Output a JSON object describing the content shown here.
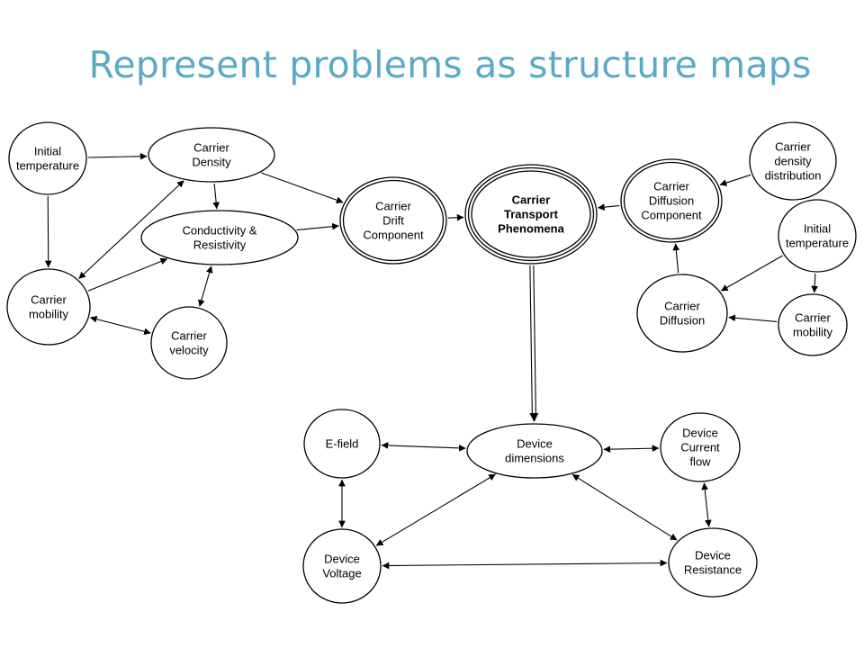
{
  "title": "Represent problems as structure maps",
  "colors": {
    "title": "#5aa9c7",
    "stroke": "#000000",
    "node_fill": "#ffffff"
  },
  "nodes": [
    {
      "id": "initial-temperature-left",
      "lines": [
        "Initial",
        "temperature"
      ],
      "style": "single"
    },
    {
      "id": "carrier-density",
      "lines": [
        "Carrier",
        "Density"
      ],
      "style": "single"
    },
    {
      "id": "conductivity-resistivity",
      "lines": [
        "Conductivity &",
        "Resistivity"
      ],
      "style": "single"
    },
    {
      "id": "carrier-mobility-left",
      "lines": [
        "Carrier",
        "mobility"
      ],
      "style": "single"
    },
    {
      "id": "carrier-velocity",
      "lines": [
        "Carrier",
        "velocity"
      ],
      "style": "single"
    },
    {
      "id": "carrier-drift-component",
      "lines": [
        "Carrier",
        "Drift",
        "Component"
      ],
      "style": "double"
    },
    {
      "id": "carrier-transport-phenomena",
      "lines": [
        "Carrier",
        "Transport",
        "Phenomena"
      ],
      "style": "triple"
    },
    {
      "id": "carrier-diffusion-component",
      "lines": [
        "Carrier",
        "Diffusion",
        "Component"
      ],
      "style": "double"
    },
    {
      "id": "carrier-density-distribution",
      "lines": [
        "Carrier",
        "density",
        "distribution"
      ],
      "style": "single"
    },
    {
      "id": "initial-temperature-right",
      "lines": [
        "Initial",
        "temperature"
      ],
      "style": "single"
    },
    {
      "id": "carrier-diffusion",
      "lines": [
        "Carrier",
        "Diffusion"
      ],
      "style": "single"
    },
    {
      "id": "carrier-mobility-right",
      "lines": [
        "Carrier",
        "mobility"
      ],
      "style": "single"
    },
    {
      "id": "e-field",
      "lines": [
        "E-field"
      ],
      "style": "single"
    },
    {
      "id": "device-dimensions",
      "lines": [
        "Device",
        "dimensions"
      ],
      "style": "single"
    },
    {
      "id": "device-current-flow",
      "lines": [
        "Device",
        "Current",
        "flow"
      ],
      "style": "single"
    },
    {
      "id": "device-voltage",
      "lines": [
        "Device",
        "Voltage"
      ],
      "style": "single"
    },
    {
      "id": "device-resistance",
      "lines": [
        "Device",
        "Resistance"
      ],
      "style": "single"
    }
  ],
  "edges": [
    {
      "from": "initial-temperature-left",
      "to": "carrier-density",
      "kind": "one-way"
    },
    {
      "from": "initial-temperature-left",
      "to": "carrier-mobility-left",
      "kind": "one-way"
    },
    {
      "from": "carrier-density",
      "to": "carrier-mobility-left",
      "kind": "two-way"
    },
    {
      "from": "carrier-density",
      "to": "conductivity-resistivity",
      "kind": "one-way"
    },
    {
      "from": "carrier-density",
      "to": "carrier-drift-component",
      "kind": "one-way"
    },
    {
      "from": "carrier-mobility-left",
      "to": "conductivity-resistivity",
      "kind": "one-way"
    },
    {
      "from": "conductivity-resistivity",
      "to": "carrier-drift-component",
      "kind": "one-way"
    },
    {
      "from": "conductivity-resistivity",
      "to": "carrier-velocity",
      "kind": "two-way"
    },
    {
      "from": "carrier-mobility-left",
      "to": "carrier-velocity",
      "kind": "two-way"
    },
    {
      "from": "carrier-drift-component",
      "to": "carrier-transport-phenomena",
      "kind": "one-way"
    },
    {
      "from": "carrier-diffusion-component",
      "to": "carrier-transport-phenomena",
      "kind": "one-way"
    },
    {
      "from": "carrier-density-distribution",
      "to": "carrier-diffusion-component",
      "kind": "one-way"
    },
    {
      "from": "carrier-diffusion",
      "to": "carrier-diffusion-component",
      "kind": "one-way"
    },
    {
      "from": "initial-temperature-right",
      "to": "carrier-diffusion",
      "kind": "one-way"
    },
    {
      "from": "initial-temperature-right",
      "to": "carrier-mobility-right",
      "kind": "one-way"
    },
    {
      "from": "carrier-mobility-right",
      "to": "carrier-diffusion",
      "kind": "one-way"
    },
    {
      "from": "carrier-transport-phenomena",
      "to": "device-dimensions",
      "kind": "double-line"
    },
    {
      "from": "e-field",
      "to": "device-dimensions",
      "kind": "two-way"
    },
    {
      "from": "device-dimensions",
      "to": "device-current-flow",
      "kind": "two-way"
    },
    {
      "from": "e-field",
      "to": "device-voltage",
      "kind": "two-way"
    },
    {
      "from": "device-dimensions",
      "to": "device-voltage",
      "kind": "two-way"
    },
    {
      "from": "device-dimensions",
      "to": "device-resistance",
      "kind": "two-way"
    },
    {
      "from": "device-current-flow",
      "to": "device-resistance",
      "kind": "two-way"
    },
    {
      "from": "device-voltage",
      "to": "device-resistance",
      "kind": "two-way"
    }
  ]
}
